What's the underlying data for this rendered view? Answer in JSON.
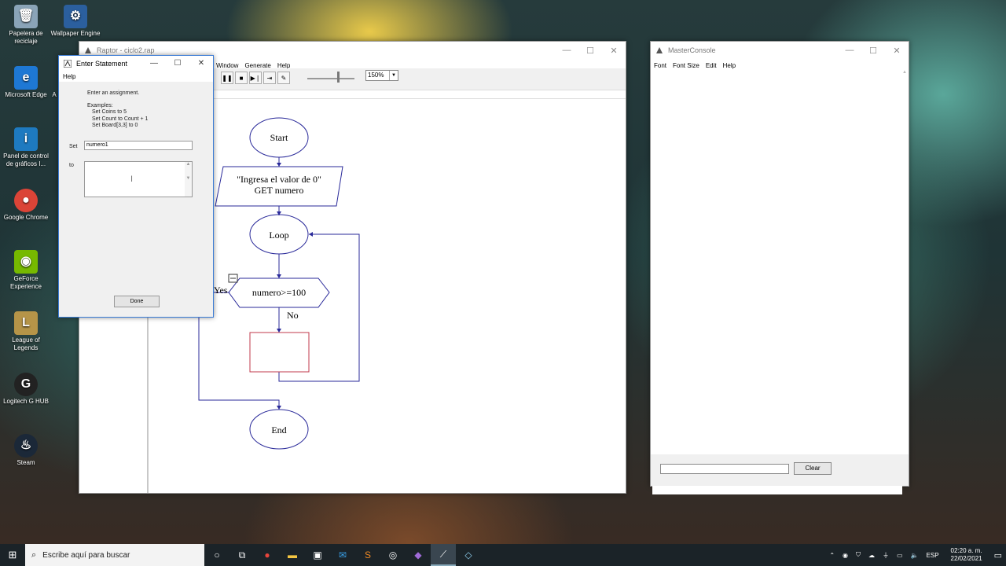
{
  "desktop": {
    "icons": [
      {
        "label": "Papelera de reciclaje",
        "icon": "recycle-bin-icon",
        "color": "#8aa4b8"
      },
      {
        "label": "Wallpaper Engine",
        "icon": "wallpaper-engine-icon",
        "color": "#2b5f9e"
      },
      {
        "label": "Microsoft Edge",
        "icon": "edge-icon",
        "color": "#1e78d4"
      },
      {
        "label": "Panel de control de gráficos I...",
        "icon": "intel-graphics-icon",
        "color": "#1e7ac0"
      },
      {
        "label": "Google Chrome",
        "icon": "chrome-icon",
        "color": "#db4437"
      },
      {
        "label": "GeForce Experience",
        "icon": "nvidia-icon",
        "color": "#76b900"
      },
      {
        "label": "League of Legends",
        "icon": "league-icon",
        "color": "#b59448"
      },
      {
        "label": "Logitech G HUB",
        "icon": "logitech-icon",
        "color": "#222222"
      },
      {
        "label": "Steam",
        "icon": "steam-icon",
        "color": "#1b2838"
      }
    ],
    "partial_label": "A"
  },
  "raptor": {
    "title": "Raptor - ciclo2.rap",
    "menu": [
      "Window",
      "Generate",
      "Help"
    ],
    "zoom": "150%",
    "flowchart": {
      "start": "Start",
      "input_line1": "\"Ingresa el valor de 0\"",
      "input_line2": "GET numero",
      "loop": "Loop",
      "condition": "numero>=100",
      "yes": "Yes",
      "no": "No",
      "end": "End"
    }
  },
  "dialog": {
    "title": "Enter Statement",
    "menu": "Help",
    "intro": "Enter an assignment.",
    "examples_header": "Examples:",
    "examples": [
      "Set Coins to 5",
      "Set Count to Count + 1",
      "Set Board[3,3] to 0"
    ],
    "set_label": "Set",
    "set_value": "numero1",
    "to_label": "to",
    "done": "Done"
  },
  "console": {
    "title": "MasterConsole",
    "menu": [
      "Font",
      "Font Size",
      "Edit",
      "Help"
    ],
    "clear": "Clear"
  },
  "taskbar": {
    "search_placeholder": "Escribe aquí para buscar",
    "lang": "ESP",
    "time": "02:20 a. m.",
    "date": "22/02/2021"
  },
  "colors": {
    "flow_shape_stroke": "#2a2a9a",
    "flow_assign_stroke": "#c0394b",
    "dialog_border": "#3b7cd6"
  }
}
